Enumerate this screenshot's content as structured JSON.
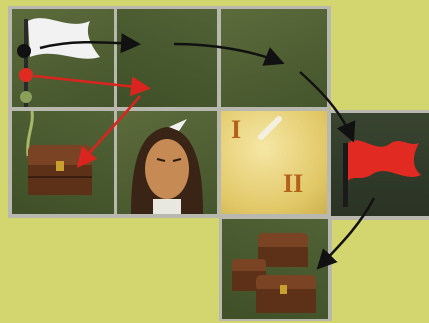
{
  "puzzle": {
    "roman_one": "I",
    "roman_two": "II",
    "colors": {
      "board_background": "#d3d66f",
      "tile_green": "#4d5d33",
      "parchment": "#efe0a0",
      "grid_line": "#b8b8ae",
      "flag_white": "#f2f2f2",
      "flag_red": "#e02a22",
      "arrow_black": "#111111",
      "arrow_red": "#d9241f",
      "chest_brown": "#6a3a1e"
    },
    "icons": [
      "white-flag-icon",
      "red-flag-icon",
      "treasure-chest-icon",
      "pirate-portrait",
      "bone-icon",
      "chest-pile-icon",
      "path-arrow-icon"
    ]
  }
}
